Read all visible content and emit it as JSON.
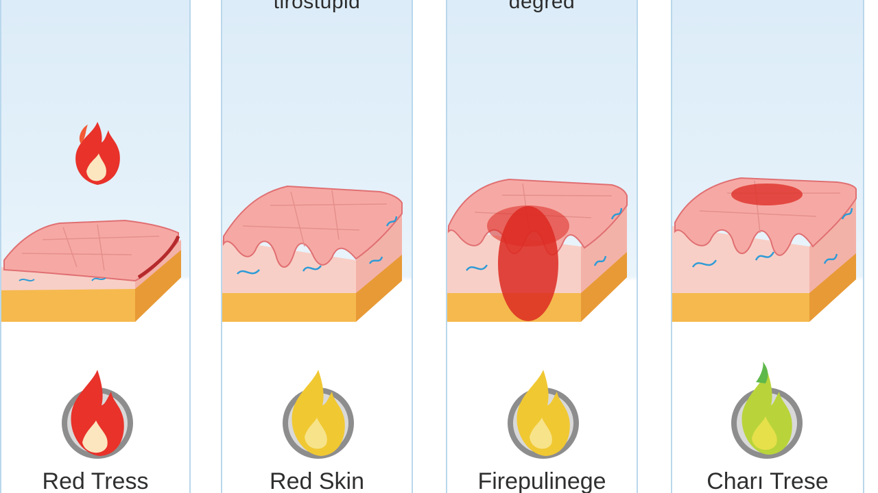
{
  "panels": [
    {
      "id": "panel-1",
      "title": "",
      "label": "Red Tress",
      "badge_flame_color": "#e8322a",
      "has_top_flame": true
    },
    {
      "id": "panel-2",
      "title": "tirostupid",
      "label": "Red Skin",
      "badge_flame_color": "#f0c832"
    },
    {
      "id": "panel-3",
      "title": "degred",
      "label": "Firepulinege",
      "badge_flame_color": "#f0c832"
    },
    {
      "id": "panel-4",
      "title": "",
      "label": "Charı Trese",
      "badge_flame_color": "#b8d43a"
    }
  ],
  "colors": {
    "sky": "#dcecf8",
    "panel_border": "#b9d7ec",
    "skin_top": "#f4a7a3",
    "skin_side": "#f7c9c0",
    "fat_layer": "#f5b34a",
    "burn_red": "#dc2a22",
    "vessel_blue": "#2e9bd6",
    "badge_ring": "#8d8d8d"
  }
}
